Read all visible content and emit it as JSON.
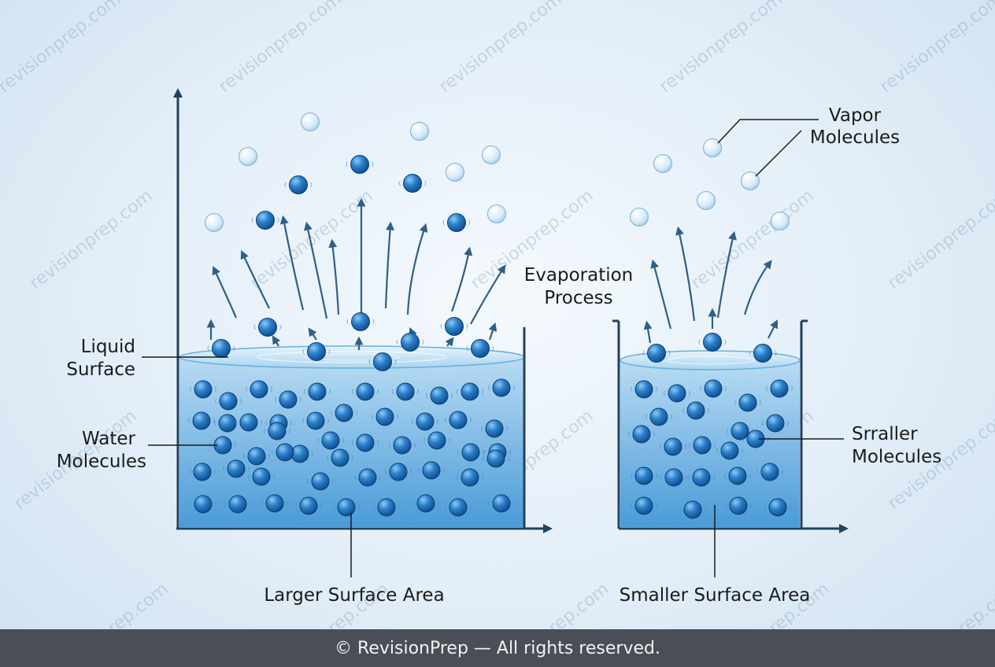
{
  "labels": {
    "vapor_line1": "Vapor",
    "vapor_line2": "Molecules",
    "evap_line1": "Evaporation",
    "evap_line2": "Process",
    "liquid_line1": "Liquid",
    "liquid_line2": "Surface",
    "water_line1": "Water",
    "water_line2": "Molecules",
    "smaller_mol_line1": "Srraller",
    "smaller_mol_line2": "Molecules",
    "larger_area": "Larger Surface Area",
    "smaller_area": "Smaller Surface Area"
  },
  "watermark": "revisionprep.com",
  "footer": "© RevisionPrep — All rights reserved.",
  "colors": {
    "axis": "#23415f",
    "water_top": "#b9dcf3",
    "water_bottom": "#4a9bd8",
    "molecule": "#2a7fca",
    "molecule_dark": "#0f4a8a",
    "vapor": "#d8ecf9",
    "arrow": "#2f5f86"
  }
}
